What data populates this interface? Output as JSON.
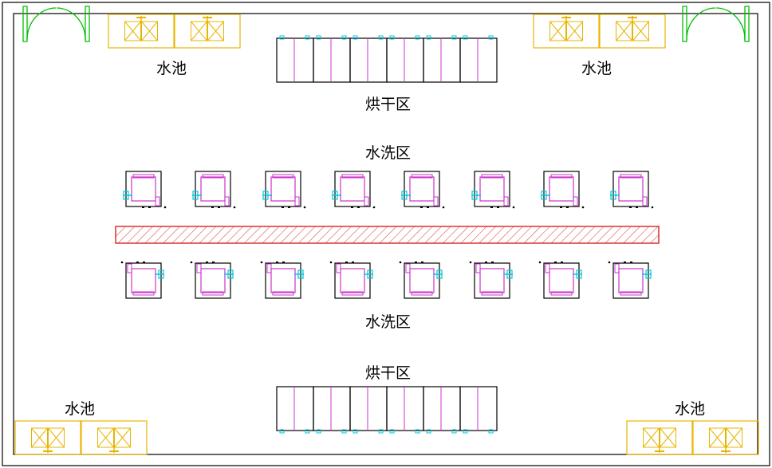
{
  "labels": {
    "pool": "水池",
    "drying_zone": "烘干区",
    "washing_zone": "水洗区"
  },
  "colors": {
    "wall": "#000000",
    "door": "#00c000",
    "pool": "#e8b400",
    "machine_accent": "#cc33cc",
    "fitting": "#00c8d8",
    "conveyor": "#e03030"
  }
}
